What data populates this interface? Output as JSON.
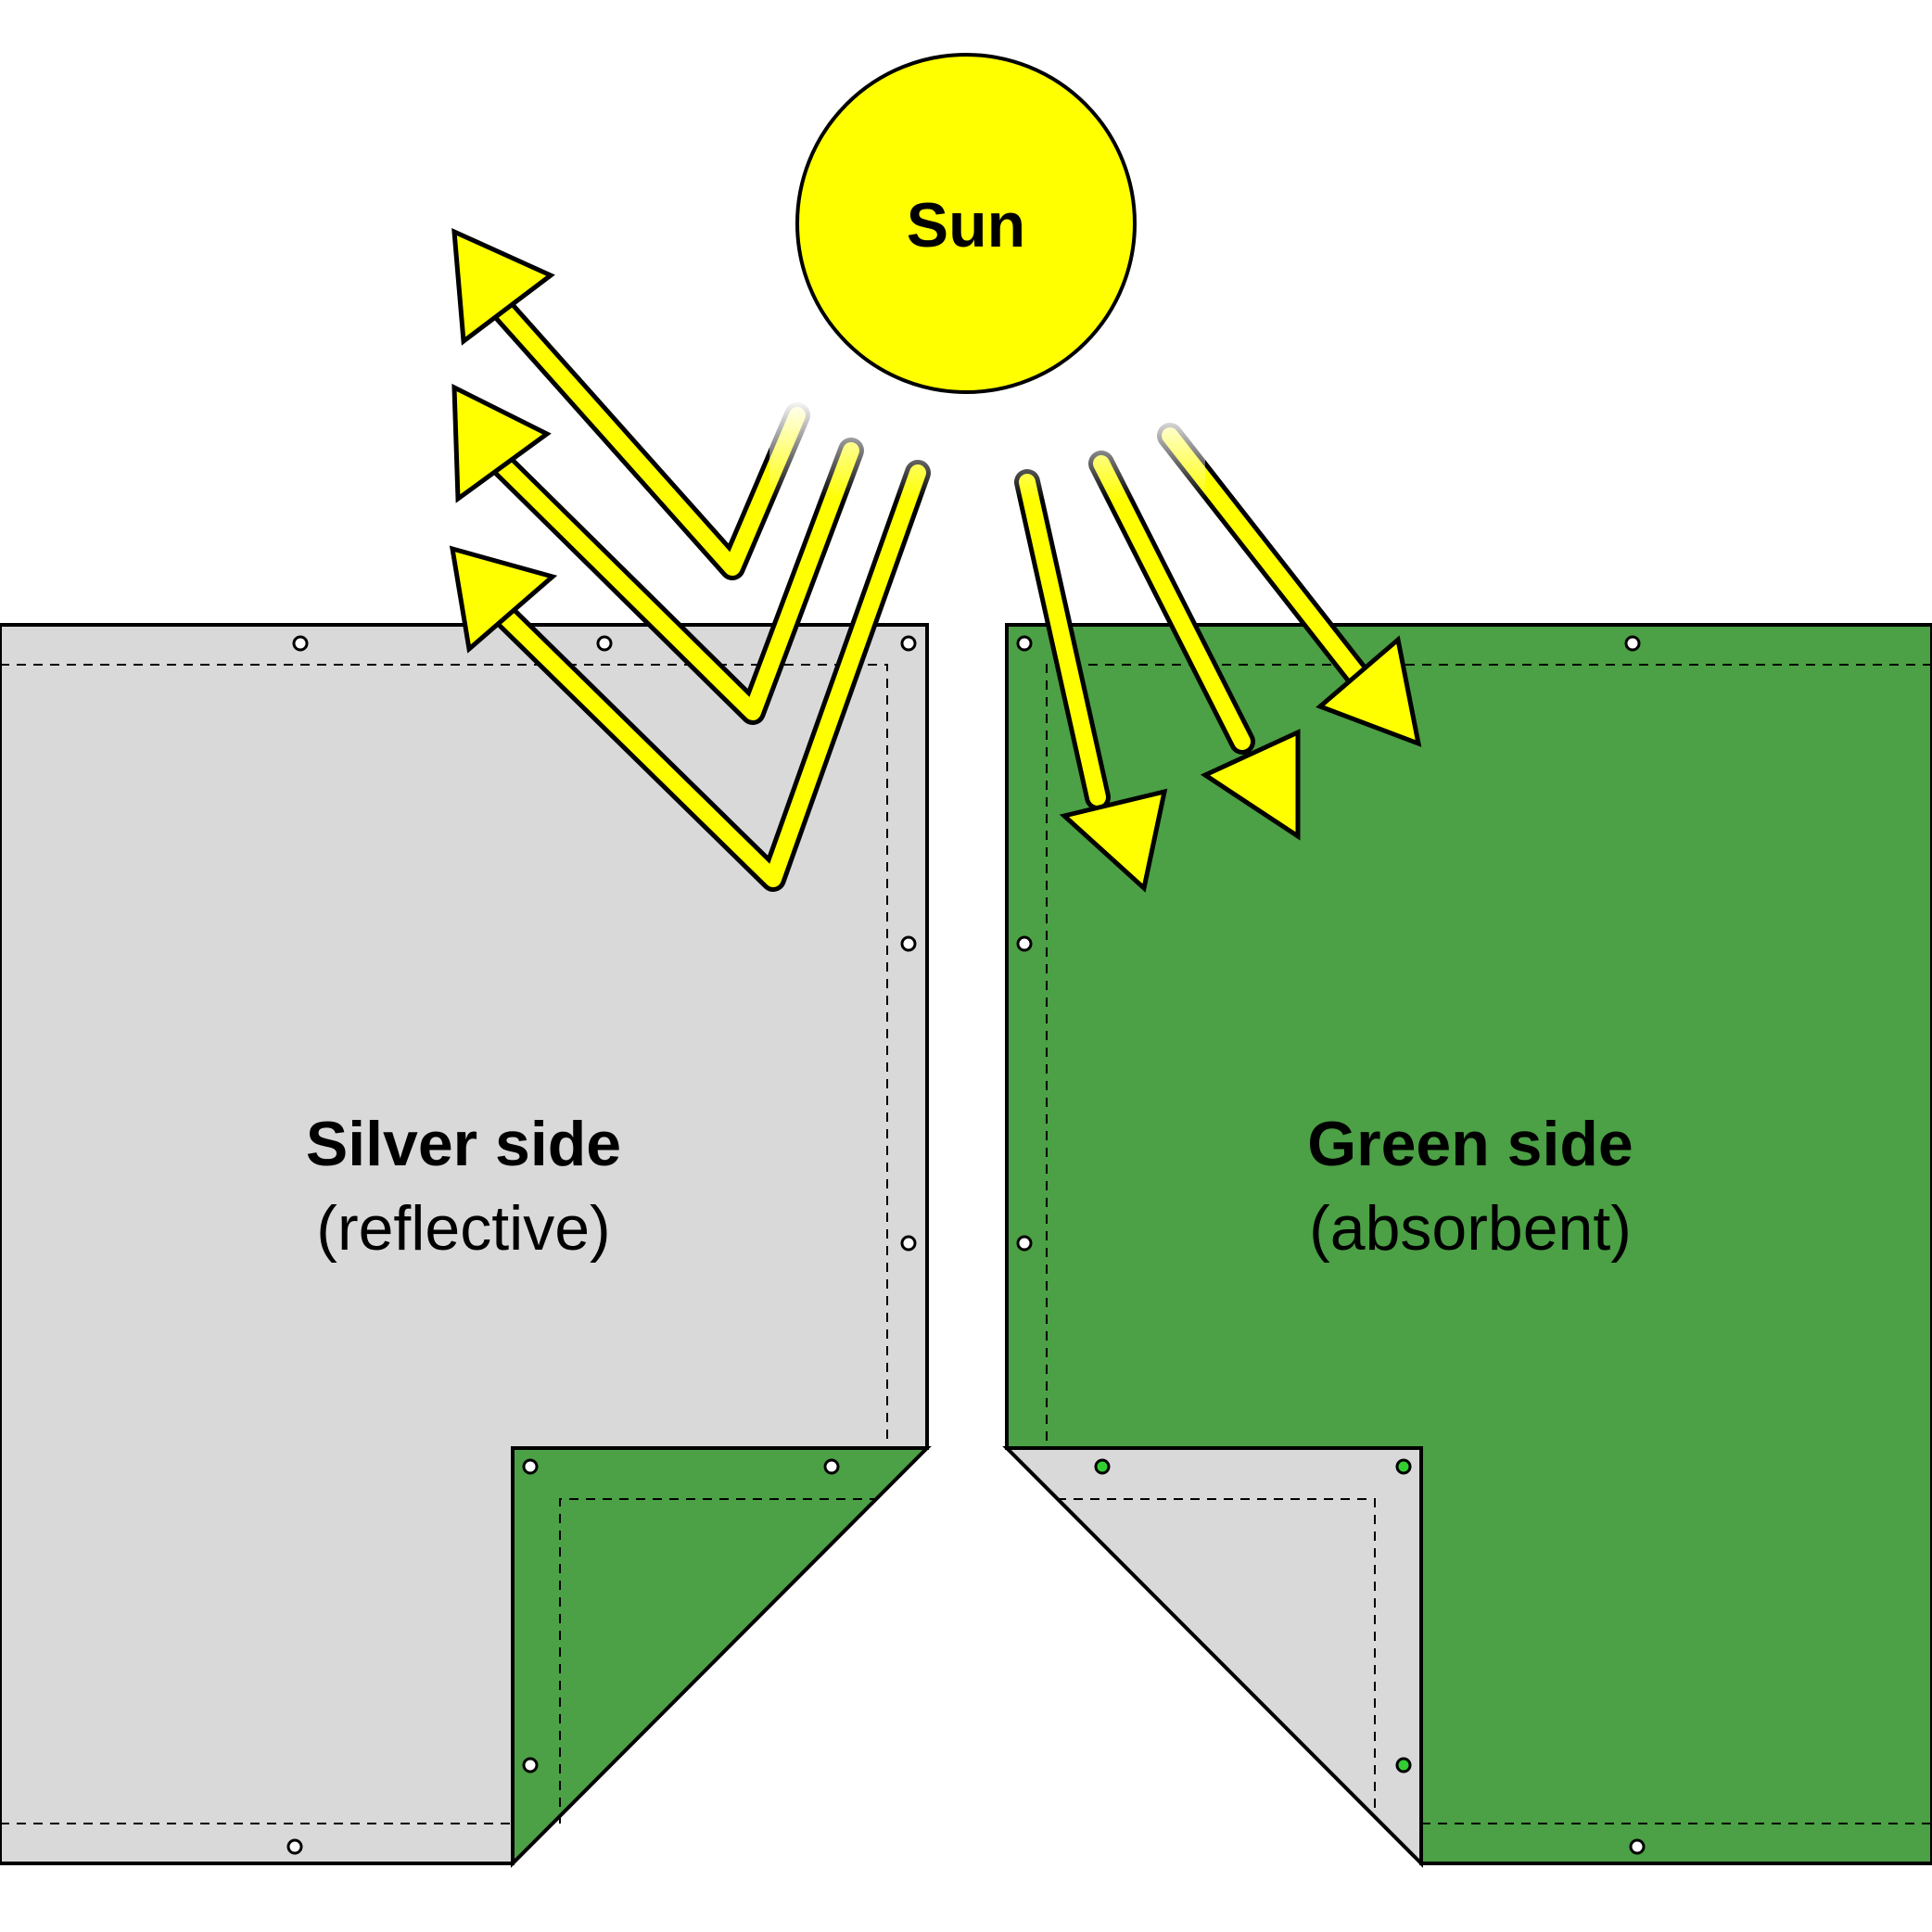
{
  "labels": {
    "sun": "Sun",
    "silver_title": "Silver side",
    "silver_subtitle": "(reflective)",
    "green_title": "Green side",
    "green_subtitle": "(absorbent)"
  },
  "colors": {
    "sun": "#ffff00",
    "ray": "#ffff00",
    "silver": "#d9d9d9",
    "green": "#4ca045",
    "grommet_silver": "#ffffff",
    "grommet_green": "#32cd32",
    "outline": "#000000"
  },
  "icons": {
    "sun": "sun-icon",
    "reflected_ray": "arrow-reflected-icon",
    "absorbed_ray": "arrow-absorbed-icon",
    "grommet": "grommet-icon"
  }
}
